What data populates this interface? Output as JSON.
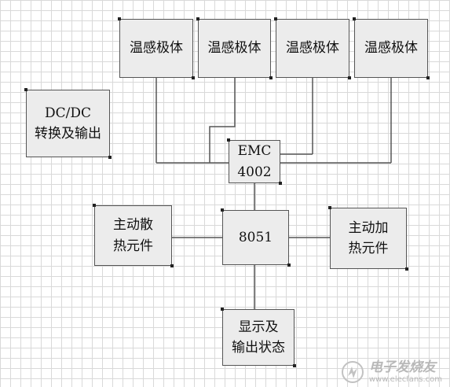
{
  "sensors": [
    "温感极体",
    "温感极体",
    "温感极体",
    "温感极体"
  ],
  "dcdc": "DC/DC\n转换及输出",
  "emc": "EMC\n4002",
  "mcu": "8051",
  "cooler": "主动散\n热元件",
  "heater": "主动加\n热元件",
  "display": "显示及\n输出状态",
  "watermark": {
    "title": "电子发烧友",
    "url": "www.elecfans.com"
  },
  "colors": {
    "box_fill": "#ececec",
    "box_border": "#555555",
    "grid": "#d9d9d9"
  }
}
